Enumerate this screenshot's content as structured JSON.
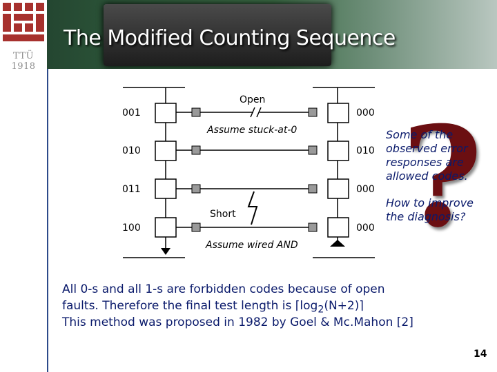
{
  "header": {
    "title": "The Modified Counting Sequence",
    "logo_text": "TTÜ 1918"
  },
  "diagram": {
    "input_codes": [
      "001",
      "010",
      "011",
      "100"
    ],
    "output_codes": [
      "000",
      "010",
      "000",
      "000"
    ],
    "labels": {
      "open": "Open",
      "assume_stuck": "Assume stuck-at-0",
      "short": "Short",
      "assume_wired": "Assume wired AND"
    }
  },
  "side_notes": {
    "question_mark": "?",
    "note1": "Some of the observed error responses are allowed codes.",
    "note2": "How to improve the diagnosis?"
  },
  "body": {
    "line1": "All 0-s and all 1-s are forbidden codes because of open",
    "line2_prefix": "faults. Therefore the final test length is ",
    "ceil_left": "⌈",
    "log": "log",
    "sub": "2",
    "arg": "(N+2)",
    "ceil_right": "⌉",
    "line3": "This method was proposed in 1982 by Goel & Mc.Mahon [2]"
  },
  "footer": {
    "page_number": "14"
  },
  "colors": {
    "accent_text": "#0a1a6b",
    "question_mark": "#6b0f12",
    "logo_red": "#a7312e"
  }
}
